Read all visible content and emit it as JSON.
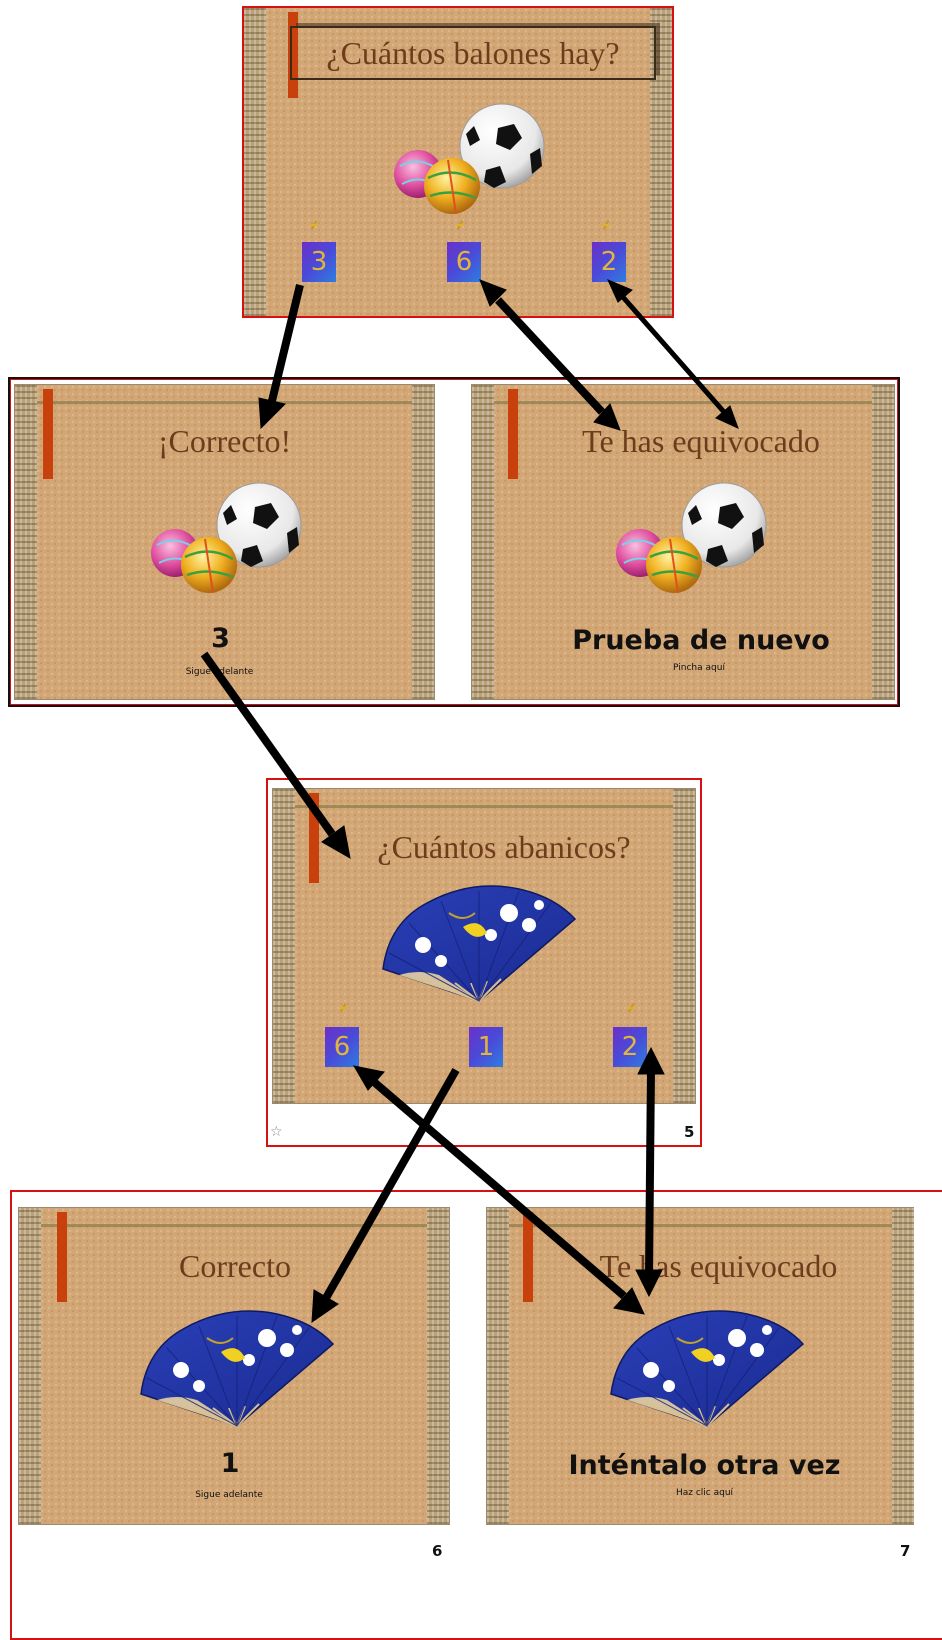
{
  "slides": {
    "balls_question": {
      "title": "¿Cuántos balones hay?",
      "options": [
        "3",
        "6",
        "2"
      ]
    },
    "balls_correct": {
      "title": "¡Correcto!",
      "answer": "3",
      "caption": "Sigue adelante"
    },
    "balls_wrong": {
      "title": "Te has equivocado",
      "message": "Prueba de nuevo",
      "caption": "Pincha aquí"
    },
    "fans_question": {
      "title": "¿Cuántos abanicos?",
      "options": [
        "6",
        "1",
        "2"
      ],
      "page_number": "5"
    },
    "fans_correct": {
      "title": "Correcto",
      "answer": "1",
      "caption": "Sigue adelante",
      "page_number": "6"
    },
    "fans_wrong": {
      "title": "Te has equivocado",
      "message": "Inténtalo otra vez",
      "caption": "Haz clic aquí",
      "page_number": "7"
    }
  },
  "icons": {
    "animation_marker": "star-outline-icon"
  },
  "colors": {
    "slide_border": "#d81010",
    "title_text": "#6e3c1c",
    "button_gradient_start": "#6b30c8",
    "button_gradient_end": "#2f7de0",
    "button_digit": "#e2b53c",
    "arrow": "#000000"
  },
  "edges": [
    {
      "from": "balls_question.option_3",
      "to": "balls_correct",
      "direction": "one-way"
    },
    {
      "from": "balls_question.option_6",
      "to": "balls_wrong",
      "direction": "two-way"
    },
    {
      "from": "balls_question.option_2",
      "to": "balls_wrong",
      "direction": "two-way"
    },
    {
      "from": "balls_correct",
      "to": "fans_question",
      "direction": "one-way"
    },
    {
      "from": "fans_question.option_1",
      "to": "fans_correct",
      "direction": "one-way"
    },
    {
      "from": "fans_question.option_6",
      "to": "fans_wrong",
      "direction": "two-way"
    },
    {
      "from": "fans_question.option_2",
      "to": "fans_wrong",
      "direction": "two-way"
    }
  ]
}
